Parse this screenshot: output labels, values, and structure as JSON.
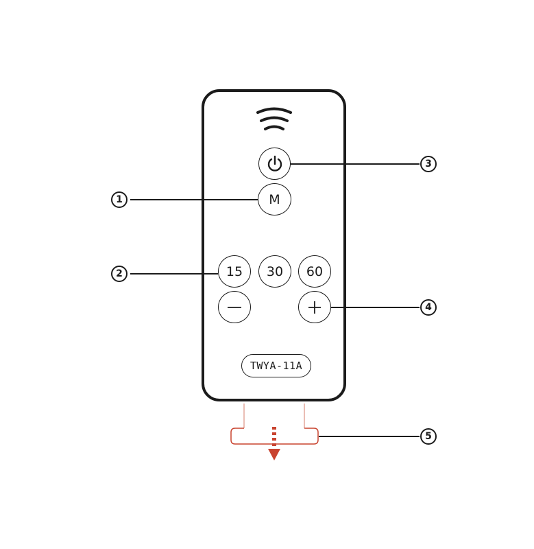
{
  "remote": {
    "model_label": "TWYA-11A",
    "buttons": {
      "power": {
        "icon": "power-icon"
      },
      "mode": {
        "label": "M"
      },
      "timer_15": {
        "label": "15"
      },
      "timer_30": {
        "label": "30"
      },
      "timer_60": {
        "label": "60"
      },
      "minus": {
        "icon": "minus-icon"
      },
      "plus": {
        "icon": "plus-icon"
      }
    },
    "signal_icon": "wireless-signal-icon"
  },
  "callouts": [
    {
      "number": "1"
    },
    {
      "number": "2"
    },
    {
      "number": "3"
    },
    {
      "number": "4"
    },
    {
      "number": "5"
    }
  ],
  "colors": {
    "outline": "#1b1b1b",
    "battery_tab": "#c9432f",
    "battery_tab_line": "#e3a79b"
  }
}
